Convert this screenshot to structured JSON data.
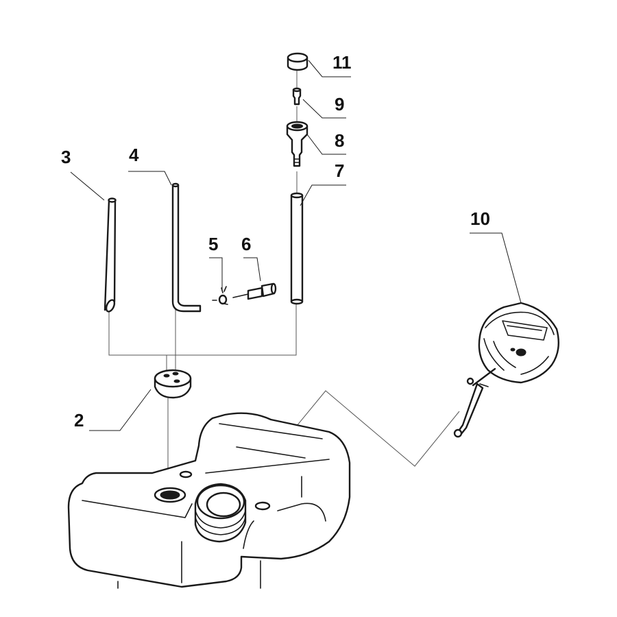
{
  "callouts": {
    "c2": "2",
    "c3": "3",
    "c4": "4",
    "c5": "5",
    "c6": "6",
    "c7": "7",
    "c8": "8",
    "c9": "9",
    "c10": "10",
    "c11": "11"
  }
}
